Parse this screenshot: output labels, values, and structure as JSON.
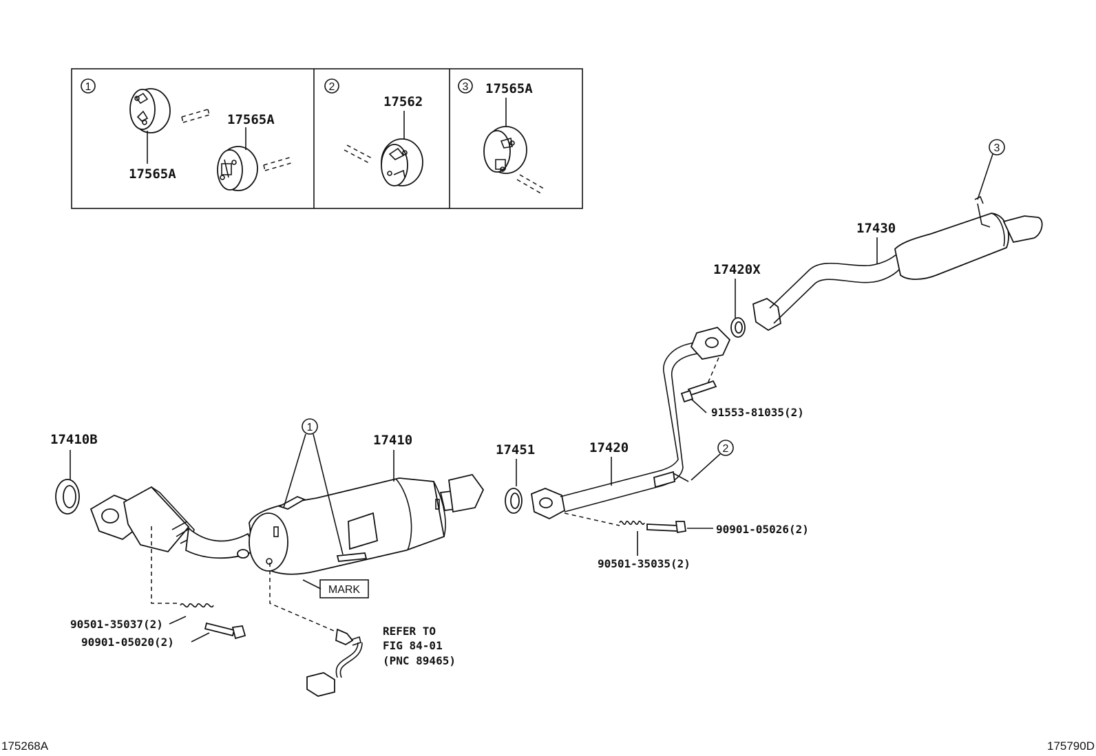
{
  "inset": {
    "panel1": {
      "number": "1",
      "label_top": "17565A",
      "label_bottom": "17565A"
    },
    "panel2": {
      "number": "2",
      "label": "17562"
    },
    "panel3": {
      "number": "3",
      "label": "17565A"
    }
  },
  "callouts": {
    "c1": "1",
    "c2": "2",
    "c3": "3"
  },
  "parts": {
    "p17410B": "17410B",
    "p17410": "17410",
    "p17451": "17451",
    "p17420": "17420",
    "p17420X": "17420X",
    "p17430": "17430",
    "p91553": "91553-81035(2)",
    "p90901_026": "90901-05026(2)",
    "p90501_035": "90501-35035(2)",
    "p90501_037": "90501-35037(2)",
    "p90901_020": "90901-05020(2)"
  },
  "mark_label": "MARK",
  "reference_note": {
    "line1": "REFER TO",
    "line2": "FIG 84-01",
    "line3": "(PNC 89465)"
  },
  "footer": {
    "left_code": "175268A",
    "right_code": "175790D"
  }
}
